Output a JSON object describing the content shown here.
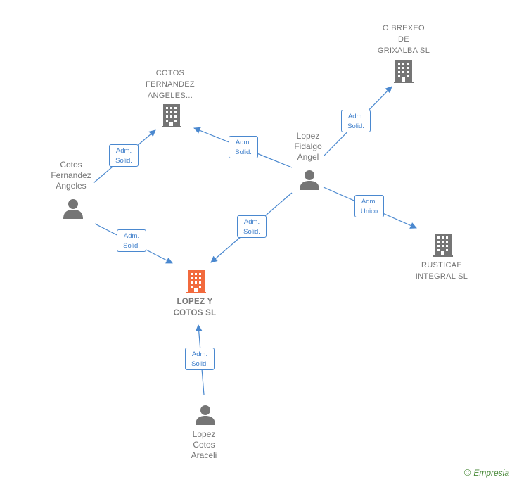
{
  "nodes": {
    "cotos_fernandez_angeles_sl": {
      "label": "COTOS\nFERNANDEZ\nANGELES..."
    },
    "o_brexeo": {
      "label": "O BREXEO\nDE\nGRIXALBA  SL"
    },
    "lopez_fidalgo": {
      "label": "Lopez\nFidalgo\nAngel"
    },
    "cotos_fernandez_person": {
      "label": "Cotos\nFernandez\nAngeles"
    },
    "rusticae": {
      "label": "RUSTICAE\nINTEGRAL SL"
    },
    "lopez_y_cotos": {
      "label": "LOPEZ Y\nCOTOS  SL"
    },
    "lopez_cotos_araceli": {
      "label": "Lopez\nCotos\nAraceli"
    }
  },
  "edges": [
    {
      "label": "Adm.\nSolid."
    },
    {
      "label": "Adm.\nSolid."
    },
    {
      "label": "Adm.\nSolid."
    },
    {
      "label": "Adm.\nSolid."
    },
    {
      "label": "Adm.\nSolid."
    },
    {
      "label": "Adm.\nUnico"
    },
    {
      "label": "Adm.\nSolid."
    }
  ],
  "colors": {
    "edge": "#4a88cf",
    "company": "#757575",
    "main_company": "#f26a3d",
    "person": "#757575"
  },
  "footer": {
    "copyright": "©",
    "brand": "Empresia"
  }
}
